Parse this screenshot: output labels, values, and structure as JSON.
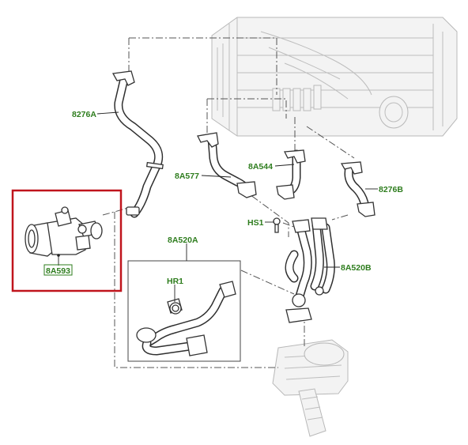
{
  "callouts": {
    "c8276A": "8276A",
    "c8A577": "8A577",
    "c8A544": "8A544",
    "c8276B": "8276B",
    "cHS1": "HS1",
    "c8A520A": "8A520A",
    "cHR1": "HR1",
    "c8A520B": "8A520B",
    "c8A593": "8A593"
  },
  "colors": {
    "callout_text": "#2e7d1e",
    "highlight_box": "#c0141c",
    "line": "#333333",
    "ghost_part": "#bdbdbd"
  },
  "highlighted_part": "8A593"
}
